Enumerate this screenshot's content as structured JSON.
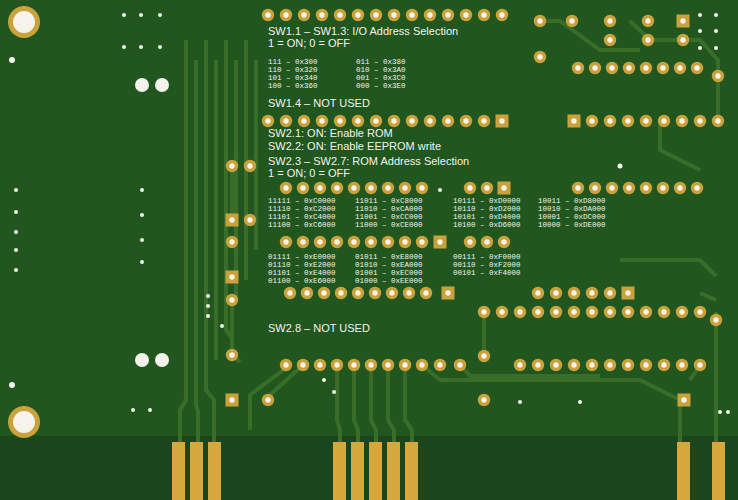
{
  "diagram": {
    "labels": [
      "SW1.1 – SW1.3: I/O Address Selection",
      "1 = ON; 0 = OFF",
      "111 – 0x300",
      "011 – 0x380",
      "110 – 0x320",
      "010 – 0x3A0",
      "101 – 0x340",
      "001 – 0x3C0",
      "100 – 0x360",
      "000 – 0x3E0",
      "SW1.4 – NOT USED",
      "SW2.1: ON: Enable ROM",
      "SW2.2: ON: Enable EEPROM write",
      "SW2.3 – SW2.7: ROM Address Selection",
      "1 = ON; 0 = OFF",
      "11111 – 0xC0000",
      "11011 – 0xC8000",
      "10111 – 0xD0000",
      "10011 – 0xD8000",
      "11110 – 0xC2000",
      "11010 – 0xCA000",
      "10110 – 0xD2000",
      "10010 – 0xDA000",
      "11101 – 0xC4000",
      "11001 – 0xCC000",
      "10101 – 0xD4000",
      "10001 – 0xDC000",
      "11100 – 0xC6000",
      "11000 – 0xCE000",
      "10100 – 0xD6000",
      "10000 – 0xDE000",
      "01111 – 0xE0000",
      "01011 – 0xE8000",
      "00111 – 0xF0000",
      "01110 – 0xE2000",
      "01010 – 0xEA000",
      "00110 – 0xF2000",
      "01101 – 0xE4000",
      "01001 – 0xEC000",
      "00101 – 0xF4000",
      "01100 – 0xE6000",
      "01000 – 0xEE000",
      "SW2.8 – NOT USED"
    ]
  }
}
